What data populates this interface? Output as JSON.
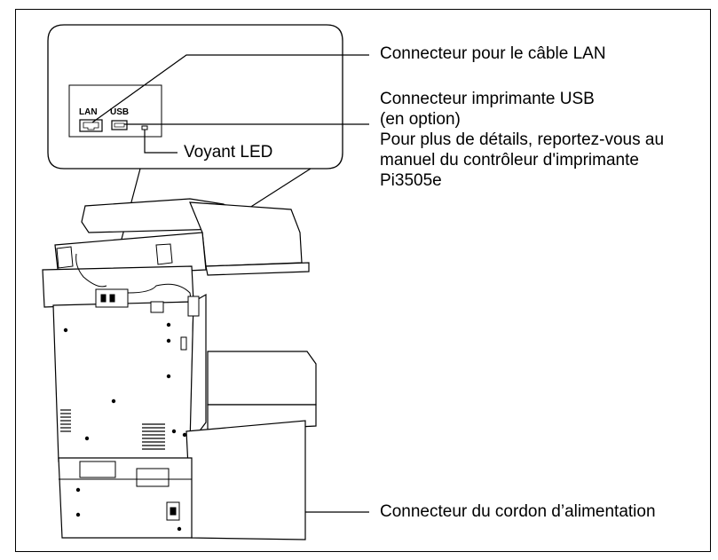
{
  "callouts": {
    "lan_cable": "Connecteur pour le câble LAN",
    "usb_title": "Connecteur imprimante USB",
    "usb_option": "(en option)",
    "usb_details_1": "Pour plus de détails, reportez-vous au",
    "usb_details_2": "manuel du contrôleur d'imprimante",
    "usb_details_3": "Pi3505e",
    "led": "Voyant LED",
    "power": "Connecteur du cordon d’alimentation"
  },
  "port_labels": {
    "lan": "LAN",
    "usb": "USB"
  }
}
